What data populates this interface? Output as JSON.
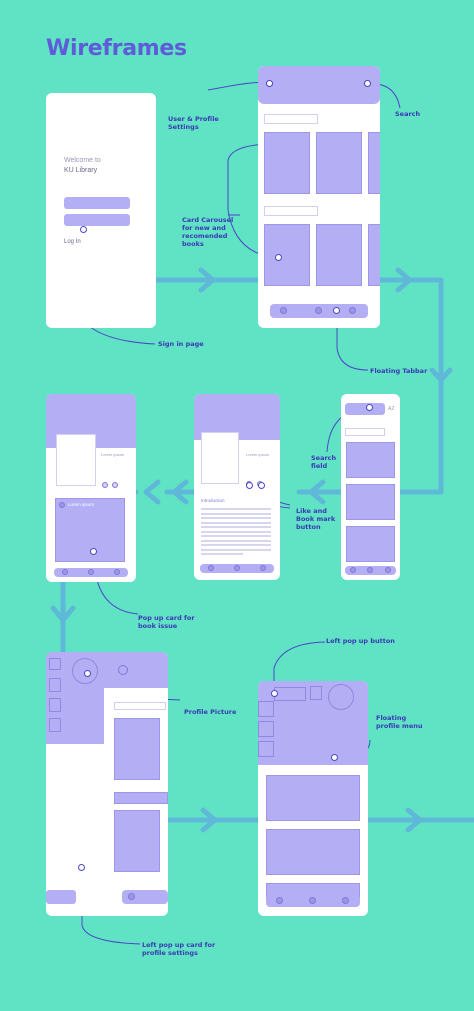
{
  "title": "Wireframes",
  "screens": {
    "signin": {
      "welcome": "Welcome to",
      "app_name": "KU Library",
      "login": "Log In"
    },
    "detail": {
      "lorem": "Lorem ipsum"
    },
    "book": {
      "lorem": "Lorem ipsum",
      "intro": "Introduction"
    },
    "popup": {
      "lorem": "Lorem ipsum"
    },
    "search": {
      "sort": "AZ"
    }
  },
  "annotations": {
    "user_profile": "User & Profile\nSettings",
    "search": "Search",
    "card_carousel": "Card Carousel\nfor new and\nrecomended\nbooks",
    "sign_in_page": "Sign in page",
    "floating_tabbar": "Floating Tabbar",
    "search_field": "Search\nfield",
    "like_book_mark": "Like and\nBook mark\nbutton",
    "popup_card": "Pop up card for\nbook issue",
    "left_popup_button": "Left pop up button",
    "profile_picture": "Profile Picture",
    "floating_profile_menu": "Floating\nprofile menu",
    "left_popup_card": "Left pop up card for\nprofile settings"
  },
  "colors": {
    "background": "#5fe3c4",
    "accent": "#b4aef5",
    "flow": "#5fb8d8",
    "annotation_line": "#4c48c5"
  }
}
